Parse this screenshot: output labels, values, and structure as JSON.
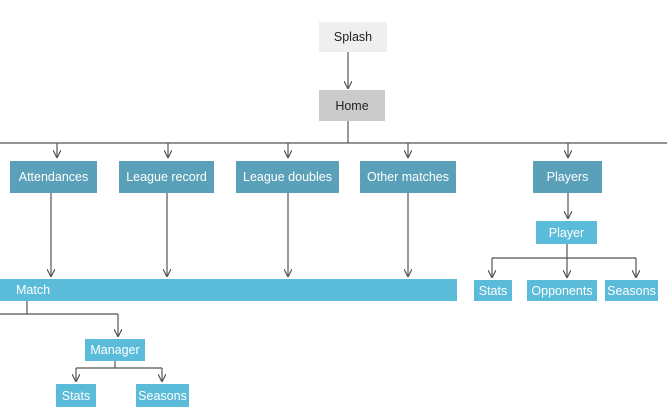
{
  "nodes": {
    "splash": "Splash",
    "home": "Home",
    "attendances": "Attendances",
    "league_record": "League record",
    "league_doubles": "League doubles",
    "other_matches": "Other matches",
    "players": "Players",
    "player": "Player",
    "stats_player": "Stats",
    "opponents": "Opponents",
    "seasons_player": "Seasons",
    "match": "Match",
    "manager": "Manager",
    "stats_manager": "Stats",
    "seasons_manager": "Seasons"
  },
  "colors": {
    "dark_node": "#5aa0b8",
    "light_node": "#5bbcda",
    "splash_bg": "#efefef",
    "home_bg": "#cbcbcb",
    "connector": "#555555"
  }
}
